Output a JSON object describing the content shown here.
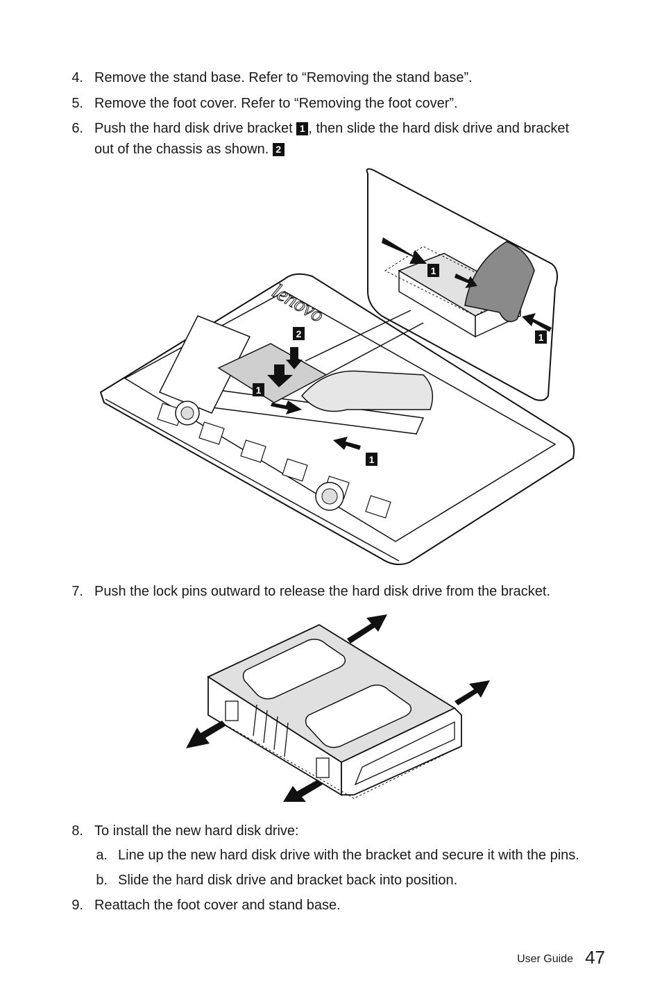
{
  "steps": [
    {
      "num": "4.",
      "text": "Remove the stand base. Refer to “Removing the stand base”."
    },
    {
      "num": "5.",
      "text": "Remove the foot cover. Refer to “Removing the foot cover”."
    },
    {
      "num": "6.",
      "text_a": "Push the hard disk drive bracket",
      "badge_a": "1",
      "text_b": ", then slide the hard disk drive and bracket",
      "text_c": "out of the chassis as shown.",
      "badge_c": "2"
    },
    {
      "num": "7.",
      "text": "Push the lock pins outward to release the hard disk drive from the bracket."
    },
    {
      "num": "8.",
      "text": "To install the new hard disk drive:"
    },
    {
      "num": "a.",
      "text": "Line up the new hard disk drive with the bracket and secure it with the pins."
    },
    {
      "num": "b.",
      "text": "Slide the hard disk drive and bracket back into position."
    },
    {
      "num": "9.",
      "text": "Reattach the foot cover and stand base."
    }
  ],
  "figure1": {
    "brand_logo": "lenovo",
    "callouts": [
      "2",
      "1",
      "1",
      "1",
      "1"
    ]
  },
  "footer": {
    "label": "User Guide",
    "page": "47"
  }
}
